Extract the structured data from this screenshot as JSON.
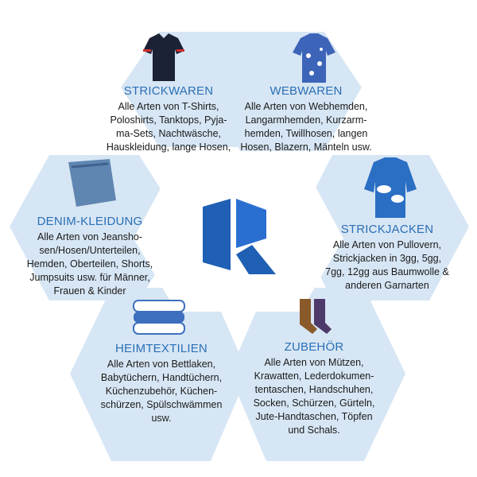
{
  "colors": {
    "hex_fill": "#d7e6f4",
    "title_blue": "#2a6fb6",
    "logo_blue": "#1f5fb4",
    "text": "#1a1a1a"
  },
  "center": {
    "logo": "company-logo"
  },
  "hexagons": [
    {
      "id": "strickwaren",
      "title": "STRICKWAREN",
      "icon": "polo-shirt-image",
      "description": "Alle Arten von T-Shirts,\nPoloshirts, Tanktops, Pyja-\nma-Sets, Nachtwäsche,\nHauskleidung, lange Hosen,"
    },
    {
      "id": "webwaren",
      "title": "WEBWAREN",
      "icon": "patterned-shirt-image",
      "description": "Alle Arten von Webhemden,\nLangarmhemden, Kurzarm-\nhemden, Twillhosen, langen\nHosen, Blazern, Mänteln usw."
    },
    {
      "id": "denim",
      "title": "DENIM-KLEIDUNG",
      "icon": "jeans-image",
      "description": "Alle Arten von Jeansho-\nsen/Hosen/Unterteilen,\nHemden, Oberteilen, Shorts,\nJumpsuits usw. für Männer,\nFrauen & Kinder"
    },
    {
      "id": "strickjacken",
      "title": "STRICKJACKEN",
      "icon": "cardigan-image",
      "description": "Alle Arten von Pullovern,\nStrickjacken in 3gg, 5gg,\n7gg, 12gg aus Baumwolle &\nanderen Garnarten"
    },
    {
      "id": "heimtextilien",
      "title": "HEIMTEXTILIEN",
      "icon": "towels-image",
      "description": "Alle Arten von Bettlaken,\nBabytüchern, Handtüchern,\nKüchenzubehör, Küchen-\nschürzen, Spülschwämmen\nusw."
    },
    {
      "id": "zubehoer",
      "title": "ZUBEHÖR",
      "icon": "socks-image",
      "description": "Alle Arten von Mützen,\nKrawatten, Lederdokumen-\ntentaschen, Handschuhen,\nSocken, Schürzen, Gürteln,\nJute-Handtaschen, Töpfen\nund Schals."
    }
  ]
}
